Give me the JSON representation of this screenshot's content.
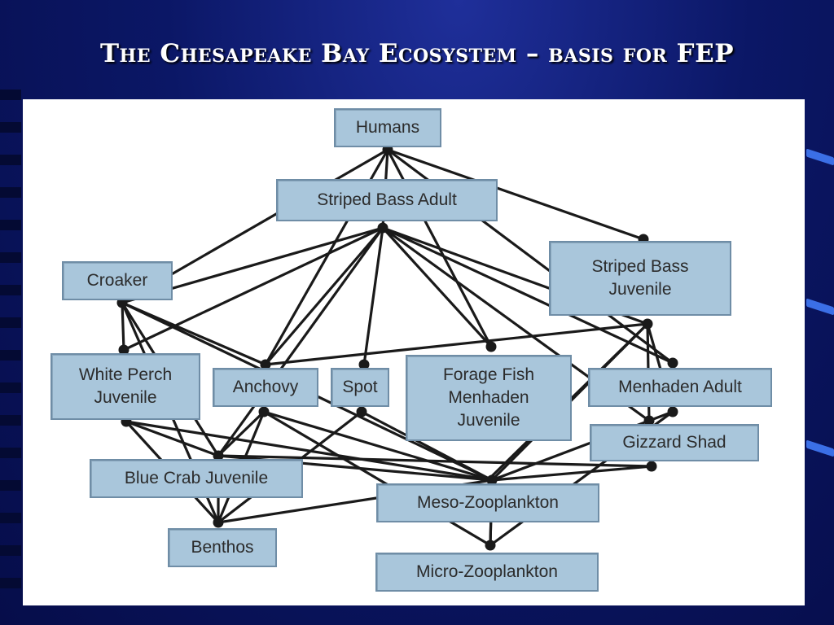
{
  "slide": {
    "title": "The Chesapeake Bay Ecosystem – basis for FEP"
  },
  "diagram": {
    "nodes": {
      "humans": "Humans",
      "striped_bass_adult": "Striped Bass Adult",
      "croaker": "Croaker",
      "striped_bass_juvenile": "Striped Bass\nJuvenile",
      "white_perch_juvenile": "White Perch\nJuvenile",
      "anchovy": "Anchovy",
      "spot": "Spot",
      "forage_fish_menhaden_juvenile": "Forage Fish\nMenhaden\nJuvenile",
      "menhaden_adult": "Menhaden Adult",
      "gizzard_shad": "Gizzard Shad",
      "blue_crab_juvenile": "Blue Crab Juvenile",
      "meso_zooplankton": "Meso-Zooplankton",
      "benthos": "Benthos",
      "micro_zooplankton": "Micro-Zooplankton"
    }
  },
  "colors": {
    "background": "#0a1560",
    "node_fill": "#a9c6db",
    "node_border": "#6f8da6",
    "edge": "#1a1a1a",
    "panel": "#ffffff"
  }
}
